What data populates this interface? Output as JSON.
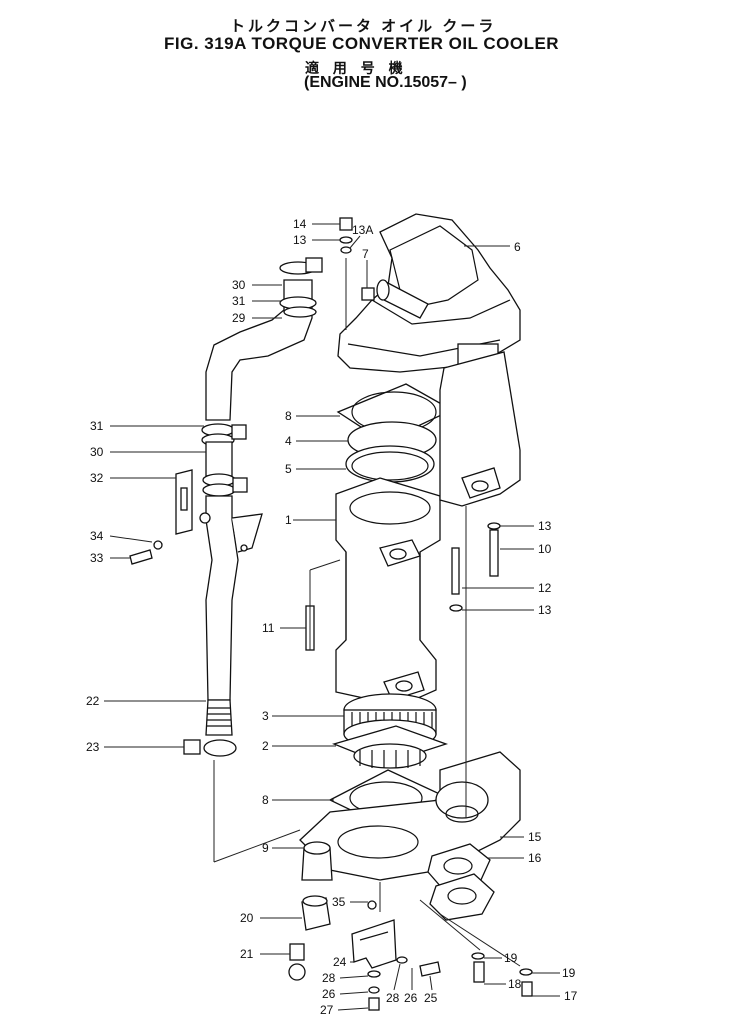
{
  "header": {
    "title_kana": "トルクコンバータ オイル クーラ",
    "title": "FIG. 319A  TORQUE CONVERTER OIL COOLER",
    "applicable_jp": "適 用 号 機",
    "engine": "(ENGINE NO.15057– )"
  },
  "callouts": [
    {
      "id": "c14a",
      "label": "14"
    },
    {
      "id": "c13a",
      "label": "13"
    },
    {
      "id": "c13A",
      "label": "13A"
    },
    {
      "id": "c7",
      "label": "7"
    },
    {
      "id": "c6",
      "label": "6"
    },
    {
      "id": "c30a",
      "label": "30"
    },
    {
      "id": "c31a",
      "label": "31"
    },
    {
      "id": "c29",
      "label": "29"
    },
    {
      "id": "c8a",
      "label": "8"
    },
    {
      "id": "c4",
      "label": "4"
    },
    {
      "id": "c5",
      "label": "5"
    },
    {
      "id": "c31b",
      "label": "31"
    },
    {
      "id": "c30b",
      "label": "30"
    },
    {
      "id": "c32",
      "label": "32"
    },
    {
      "id": "c1",
      "label": "1"
    },
    {
      "id": "c13b",
      "label": "13"
    },
    {
      "id": "c10",
      "label": "10"
    },
    {
      "id": "c34",
      "label": "34"
    },
    {
      "id": "c33",
      "label": "33"
    },
    {
      "id": "c12",
      "label": "12"
    },
    {
      "id": "c13c",
      "label": "13"
    },
    {
      "id": "c11",
      "label": "11"
    },
    {
      "id": "c22",
      "label": "22"
    },
    {
      "id": "c3",
      "label": "3"
    },
    {
      "id": "c2",
      "label": "2"
    },
    {
      "id": "c23",
      "label": "23"
    },
    {
      "id": "c8b",
      "label": "8"
    },
    {
      "id": "c15",
      "label": "15"
    },
    {
      "id": "c9",
      "label": "9"
    },
    {
      "id": "c16",
      "label": "16"
    },
    {
      "id": "c35",
      "label": "35"
    },
    {
      "id": "c20",
      "label": "20"
    },
    {
      "id": "c21",
      "label": "21"
    },
    {
      "id": "c19a",
      "label": "19"
    },
    {
      "id": "c24",
      "label": "24"
    },
    {
      "id": "c19b",
      "label": "19"
    },
    {
      "id": "c28a",
      "label": "28"
    },
    {
      "id": "c18",
      "label": "18"
    },
    {
      "id": "c26a",
      "label": "26"
    },
    {
      "id": "c28b",
      "label": "28"
    },
    {
      "id": "c26b",
      "label": "26"
    },
    {
      "id": "c25",
      "label": "25"
    },
    {
      "id": "c17",
      "label": "17"
    },
    {
      "id": "c27",
      "label": "27"
    }
  ]
}
